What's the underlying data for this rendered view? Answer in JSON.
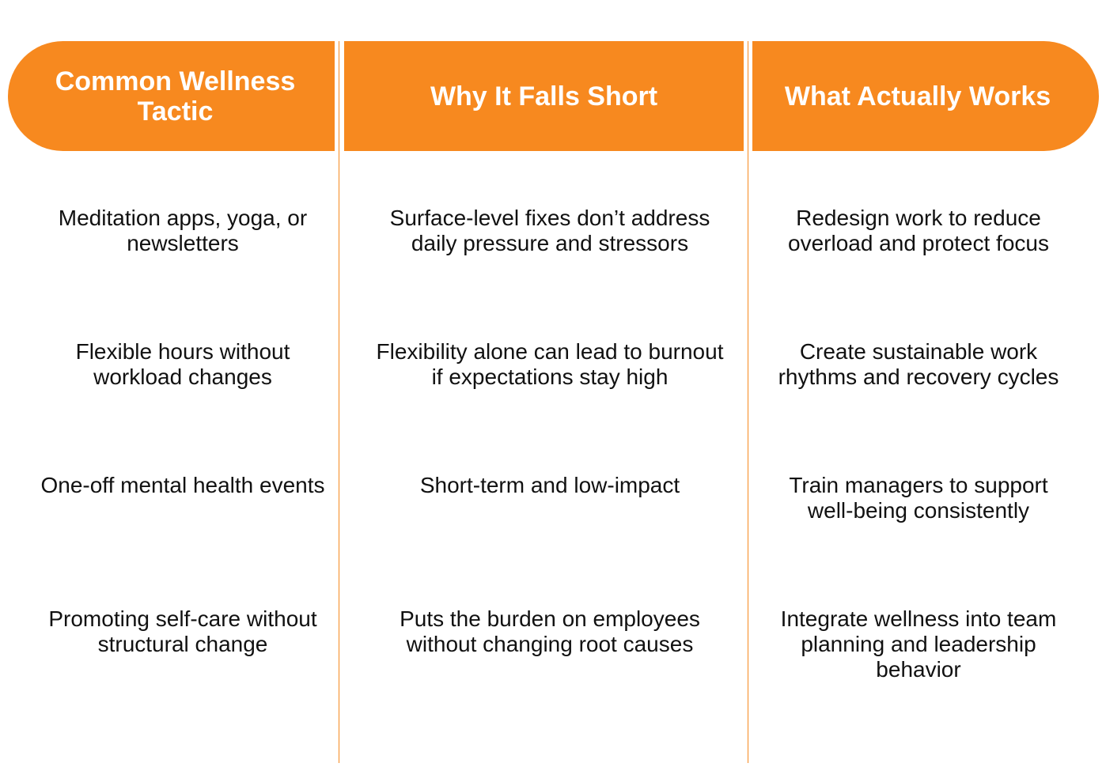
{
  "headers": {
    "col1": "Common Wellness Tactic",
    "col2": "Why It Falls Short",
    "col3": "What Actually Works"
  },
  "rows": [
    {
      "tactic": "Meditation apps, yoga, or newsletters",
      "why": "Surface-level fixes don’t address daily pressure and stressors",
      "works": "Redesign work to reduce overload and protect focus"
    },
    {
      "tactic": "Flexible hours without workload changes",
      "why": "Flexibility alone can lead to burnout if expectations stay high",
      "works": "Create sustainable work rhythms and recovery cycles"
    },
    {
      "tactic": "One-off mental health events",
      "why": "Short-term and low-impact",
      "works": "Train managers to support well-being consistently"
    },
    {
      "tactic": "Promoting self-care without structural change",
      "why": "Puts the burden on employees without changing root causes",
      "works": "Integrate wellness into team planning and leadership behavior"
    }
  ],
  "colors": {
    "accent": "#f7891f",
    "header_text": "#ffffff",
    "body_text": "#111111"
  }
}
